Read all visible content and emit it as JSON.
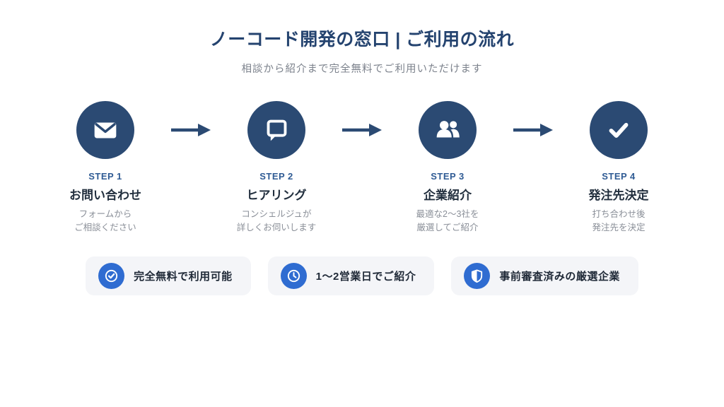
{
  "page": {
    "title": "ノーコード開発の窓口 | ご利用の流れ",
    "subtitle": "相談から紹介まで完全無料でご利用いただけます"
  },
  "steps": [
    {
      "label": "STEP 1",
      "title": "お問い合わせ",
      "desc": [
        "フォームから",
        "ご相談ください"
      ],
      "icon": "envelope-icon"
    },
    {
      "label": "STEP 2",
      "title": "ヒアリング",
      "desc": [
        "コンシェルジュが",
        "詳しくお伺いします"
      ],
      "icon": "speech-bubble-icon"
    },
    {
      "label": "STEP 3",
      "title": "企業紹介",
      "desc": [
        "最適な2〜3社を",
        "厳選してご紹介"
      ],
      "icon": "users-icon"
    },
    {
      "label": "STEP 4",
      "title": "発注先決定",
      "desc": [
        "打ち合わせ後",
        "発注先を決定"
      ],
      "icon": "check-icon"
    }
  ],
  "badges": [
    {
      "label": "完全無料で利用可能",
      "icon": "check-circle-icon"
    },
    {
      "label": "1〜2営業日でご紹介",
      "icon": "clock-icon"
    },
    {
      "label": "事前審査済みの厳選企業",
      "icon": "shield-icon"
    }
  ],
  "colors": {
    "step_circle_navy": "#2b4a73",
    "title_navy": "#24436f",
    "step_label_blue": "#2f5b94",
    "badge_blue": "#2f6cd1",
    "badge_bg": "#f4f5f8",
    "text_dark": "#222f3e",
    "text_gray": "#8a8f98"
  }
}
